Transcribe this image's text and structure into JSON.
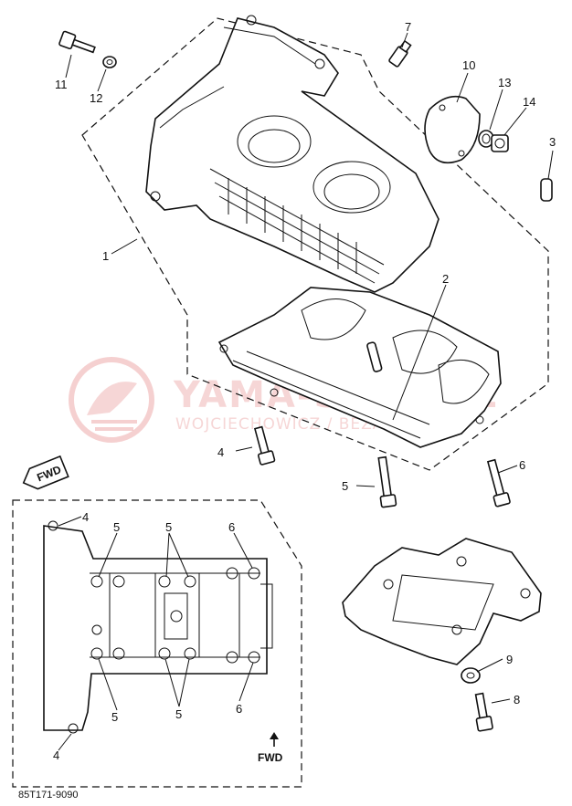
{
  "diagram": {
    "callouts": {
      "c1": "1",
      "c2": "2",
      "c3": "3",
      "c4a": "4",
      "c5a": "5",
      "c6a": "6",
      "c7": "7",
      "c8": "8",
      "c9": "9",
      "c10": "10",
      "c11": "11",
      "c12": "12",
      "c13": "13",
      "c14": "14",
      "c4b": "4",
      "c4c": "4",
      "c5b": "5",
      "c5c": "5",
      "c5d": "5",
      "c5e": "5",
      "c6b": "6",
      "c6c": "6"
    },
    "fwd_tag": "FWD",
    "fwd_label": "FWD",
    "drawing_code": "85T171-9090"
  },
  "watermark": {
    "brand": "YAMA-SERVICE",
    "subtitle": "WOJCIECHOWICZ / BEZAMBAMA"
  },
  "colors": {
    "line": "#111111",
    "watermark": "#e58a8a"
  }
}
